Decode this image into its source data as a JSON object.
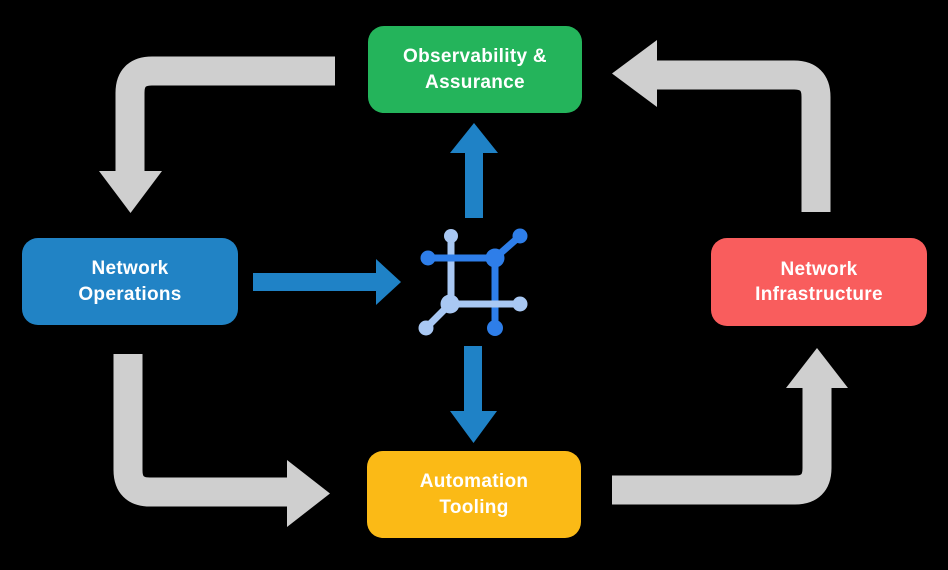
{
  "colors": {
    "background": "#000000",
    "cycle-arrow": "#CFCFCF",
    "flow-arrow": "#1F82C6",
    "node-observability": "#24B45B",
    "node-operations": "#2183C5",
    "node-infrastructure": "#F95D5D",
    "node-automation": "#FBBA16",
    "icon-dark": "#2E7EE9",
    "icon-light": "#A9C8F3",
    "label-text": "#FFFFFF"
  },
  "nodes": {
    "observability": {
      "label": "Observability &\nAssurance"
    },
    "operations": {
      "label": "Network\nOperations"
    },
    "infrastructure": {
      "label": "Network\nInfrastructure"
    },
    "automation": {
      "label": "Automation\nTooling"
    }
  },
  "center_icon": {
    "name": "network-mesh-icon"
  },
  "arrows": {
    "cycle": [
      {
        "from": "observability",
        "to": "operations"
      },
      {
        "from": "operations",
        "to": "automation"
      },
      {
        "from": "automation",
        "to": "infrastructure"
      },
      {
        "from": "infrastructure",
        "to": "observability"
      }
    ],
    "flow": [
      {
        "from": "operations",
        "to": "center-icon"
      },
      {
        "from": "center-icon",
        "to": "observability"
      },
      {
        "from": "center-icon",
        "to": "automation"
      }
    ]
  }
}
